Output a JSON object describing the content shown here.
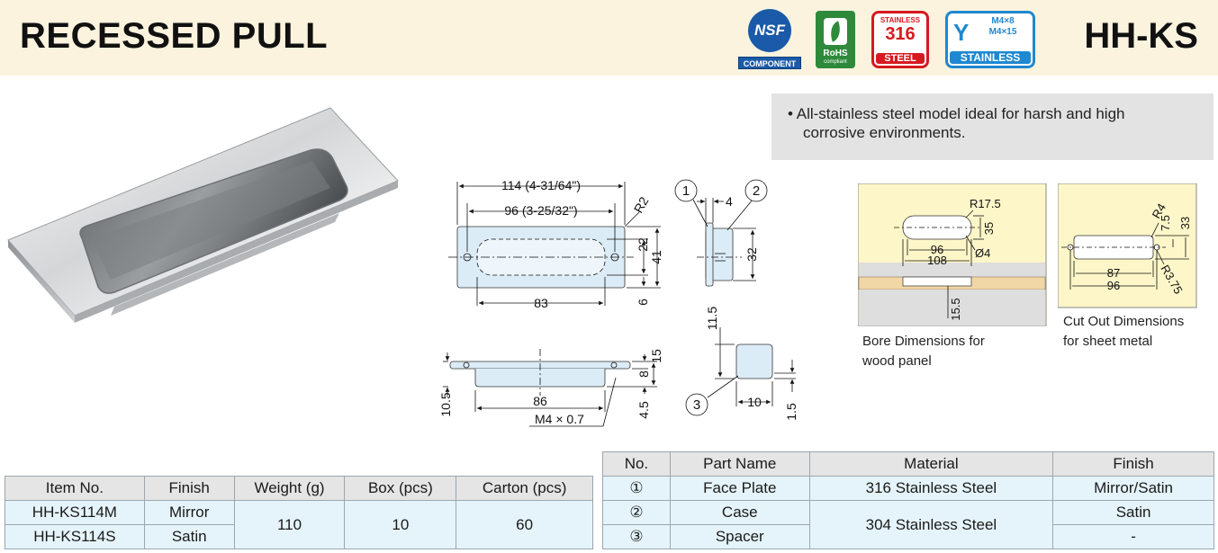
{
  "header": {
    "title": "RECESSED PULL",
    "model": "HH-KS"
  },
  "badges": {
    "nsf_logo": "NSF",
    "nsf_label": "COMPONENT",
    "rohs_label": "RoHS",
    "rohs_sub": "compliant",
    "steel_top": "STAINLESS",
    "steel_num": "316",
    "steel_bottom": "STEEL",
    "screw_line1": "M4×8",
    "screw_line2": "M4×15",
    "screw_bottom": "STAINLESS"
  },
  "feature": {
    "line1": "• All-stainless steel model ideal for harsh and high",
    "line2": "corrosive environments."
  },
  "drawing": {
    "dim_114": "114 (4-31/64\")",
    "dim_96": "96 (3-25/32\")",
    "dim_83": "83",
    "dim_r2": "R2",
    "dim_22": "22",
    "dim_41": "41",
    "dim_6": "6",
    "part1": "1",
    "part2": "2",
    "part3": "3",
    "dim_4": "4",
    "dim_32": "32",
    "dim_11_5": "11.5",
    "dim_10": "10",
    "dim_1_5": "1.5",
    "dim_86": "86",
    "dim_15": "15",
    "dim_8": "8",
    "dim_4_5": "4.5",
    "dim_10_5": "10.5",
    "thread": "M4 × 0.7"
  },
  "bore": {
    "r17_5": "R17.5",
    "d35": "35",
    "d96": "96",
    "d108": "108",
    "phi4": "Ø4",
    "d15_5": "15.5",
    "caption_line1": "Bore Dimensions for",
    "caption_line2": "wood panel"
  },
  "cutout": {
    "r4": "R4",
    "d7_5": "7.5",
    "d33": "33",
    "d87": "87",
    "d96": "96",
    "r3_75": "R3.75",
    "caption_line1": "Cut Out Dimensions",
    "caption_line2": "for sheet metal"
  },
  "items_table": {
    "headers": [
      "Item No.",
      "Finish",
      "Weight (g)",
      "Box (pcs)",
      "Carton (pcs)"
    ],
    "rows": [
      {
        "item": "HH-KS114M",
        "finish": "Mirror"
      },
      {
        "item": "HH-KS114S",
        "finish": "Satin"
      }
    ],
    "weight": "110",
    "box": "10",
    "carton": "60"
  },
  "parts_table": {
    "headers": [
      "No.",
      "Part Name",
      "Material",
      "Finish"
    ],
    "rows": [
      {
        "no": "①",
        "name": "Face Plate",
        "material": "316 Stainless Steel",
        "finish": "Mirror/Satin"
      },
      {
        "no": "②",
        "name": "Case",
        "material": "304 Stainless Steel",
        "finish": "Satin"
      },
      {
        "no": "③",
        "name": "Spacer",
        "material": "",
        "finish": "-"
      }
    ]
  }
}
